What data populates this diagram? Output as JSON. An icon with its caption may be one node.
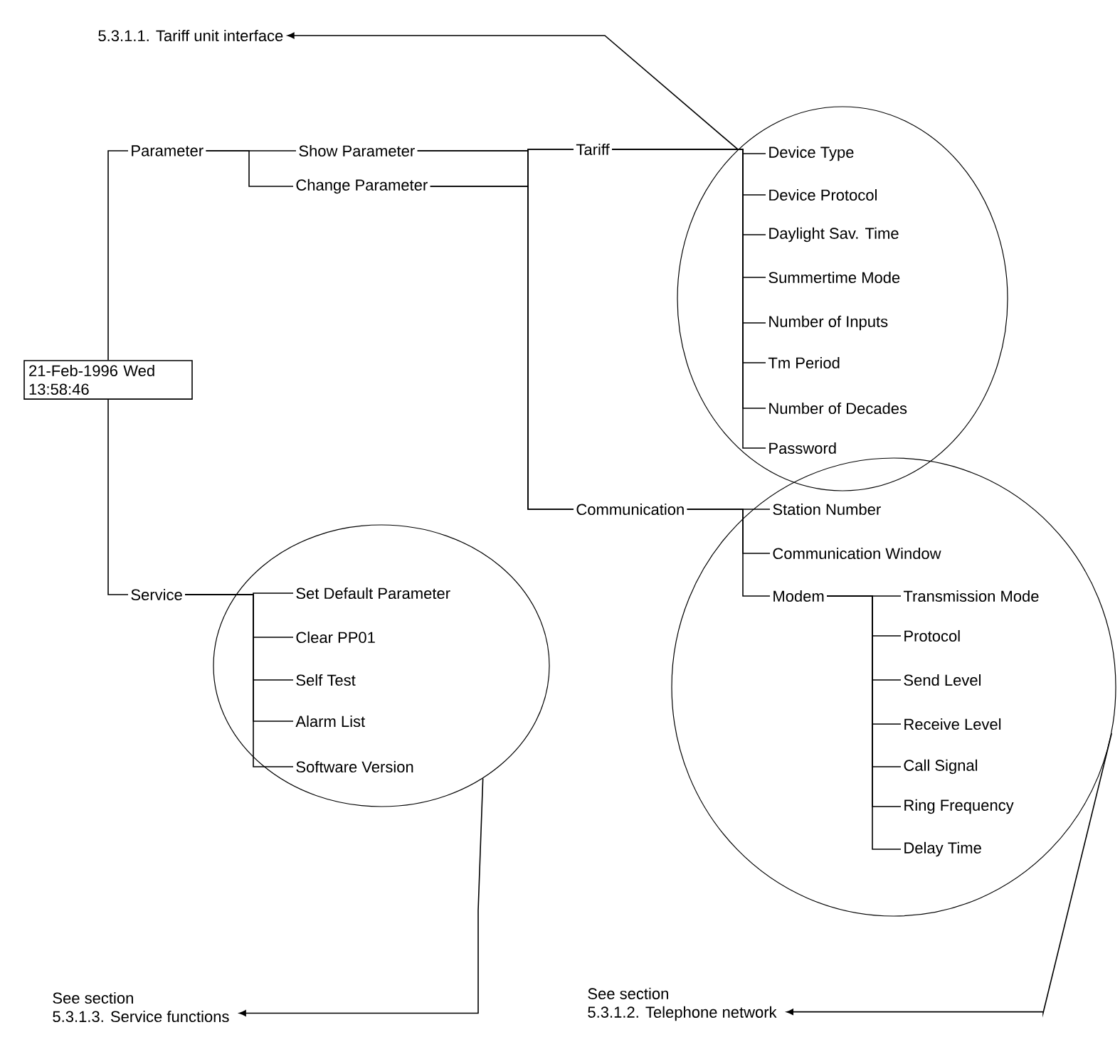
{
  "diagram": {
    "nodes": [
      {
        "text": [
          "5.3.1.1. Tariff unit interface"
        ]
      },
      {
        "text": [
          "21-Feb-1996 Wed 13:58:46"
        ]
      },
      {
        "text": [
          "Parameter"
        ]
      },
      {
        "text": [
          "Show Parameter"
        ]
      },
      {
        "text": [
          "Change Parameter"
        ]
      },
      {
        "text": [
          "Tariff"
        ]
      },
      {
        "text": [],
        "shape": "circle"
      },
      {
        "text": [
          "Device Type"
        ],
        "in": 6
      },
      {
        "text": [
          "Device Protocol"
        ],
        "in": 6
      },
      {
        "text": [
          "Daylight Sav. Time"
        ],
        "in": 6
      },
      {
        "text": [
          "Summertime Mode"
        ],
        "in": 6
      },
      {
        "text": [
          "Number of Inputs"
        ],
        "in": 6
      },
      {
        "text": [
          "Tm Period"
        ],
        "in": 6
      },
      {
        "text": [
          "Number of Decades"
        ],
        "in": 6
      },
      {
        "text": [
          "Password"
        ],
        "in": 6
      },
      {
        "text": [
          "Communication"
        ]
      },
      {
        "text": [],
        "shape": "circle"
      },
      {
        "text": [
          "Station Number"
        ],
        "in": 16
      },
      {
        "text": [
          "Communication Window"
        ],
        "in": 16
      },
      {
        "text": [
          "Modem"
        ],
        "in": 16
      },
      {
        "text": [
          "Transmission Mode"
        ],
        "in": 16
      },
      {
        "text": [
          "Protocol"
        ],
        "in": 16
      },
      {
        "text": [
          "Send Level"
        ],
        "in": 16
      },
      {
        "text": [
          "Receive Level"
        ],
        "in": 16
      },
      {
        "text": [
          "Call Signal"
        ],
        "in": 16
      },
      {
        "text": [
          "Ring Frequency"
        ],
        "in": 16
      },
      {
        "text": [
          "Delay Time"
        ],
        "in": 16
      },
      {
        "text": [
          "Service"
        ]
      },
      {
        "text": [],
        "shape": "circle"
      },
      {
        "text": [
          "Set Default Parameter"
        ],
        "in": 28
      },
      {
        "text": [
          "Clear PP01"
        ],
        "in": 28
      },
      {
        "text": [
          "Self Test"
        ],
        "in": 28
      },
      {
        "text": [
          "Alarm List"
        ],
        "in": 28
      },
      {
        "text": [
          "Software Version"
        ],
        "in": 28
      },
      {
        "text": [
          "See section",
          "5.3.1.3. Service functions"
        ]
      },
      {
        "text": [
          "See section",
          "5.3.1.2. Telephone network"
        ]
      }
    ],
    "edges": [
      {
        "from": 1,
        "to": 2,
        "arrow": "none"
      },
      {
        "from": 1,
        "to": 27,
        "arrow": "none"
      },
      {
        "from": 2,
        "to": 3,
        "arrow": "none"
      },
      {
        "from": 2,
        "to": 4,
        "arrow": "none"
      },
      {
        "from": 3,
        "to": 5,
        "arrow": "none"
      },
      {
        "from": 3,
        "to": 15,
        "arrow": "none"
      },
      {
        "from": 4,
        "to": 5,
        "arrow": "none"
      },
      {
        "from": 4,
        "to": 15,
        "arrow": "none"
      },
      {
        "from": 5,
        "to": 7,
        "arrow": "none"
      },
      {
        "from": 5,
        "to": 8,
        "arrow": "none"
      },
      {
        "from": 5,
        "to": 9,
        "arrow": "none"
      },
      {
        "from": 5,
        "to": 10,
        "arrow": "none"
      },
      {
        "from": 5,
        "to": 11,
        "arrow": "none"
      },
      {
        "from": 5,
        "to": 12,
        "arrow": "none"
      },
      {
        "from": 5,
        "to": 13,
        "arrow": "none"
      },
      {
        "from": 5,
        "to": 14,
        "arrow": "none"
      },
      {
        "from": 15,
        "to": 17,
        "arrow": "none"
      },
      {
        "from": 15,
        "to": 18,
        "arrow": "none"
      },
      {
        "from": 15,
        "to": 19,
        "arrow": "none"
      },
      {
        "from": 19,
        "to": 20,
        "arrow": "none"
      },
      {
        "from": 19,
        "to": 21,
        "arrow": "none"
      },
      {
        "from": 19,
        "to": 22,
        "arrow": "none"
      },
      {
        "from": 19,
        "to": 23,
        "arrow": "none"
      },
      {
        "from": 19,
        "to": 24,
        "arrow": "none"
      },
      {
        "from": 19,
        "to": 25,
        "arrow": "none"
      },
      {
        "from": 19,
        "to": 26,
        "arrow": "none"
      },
      {
        "from": 27,
        "to": 29,
        "arrow": "none"
      },
      {
        "from": 27,
        "to": 30,
        "arrow": "none"
      },
      {
        "from": 27,
        "to": 31,
        "arrow": "none"
      },
      {
        "from": 27,
        "to": 32,
        "arrow": "none"
      },
      {
        "from": 27,
        "to": 33,
        "arrow": "none"
      },
      {
        "from": 6,
        "to": 0,
        "arrow": "to"
      },
      {
        "from": 28,
        "to": 34,
        "arrow": "to"
      },
      {
        "from": 16,
        "to": 35,
        "arrow": "to"
      }
    ]
  }
}
